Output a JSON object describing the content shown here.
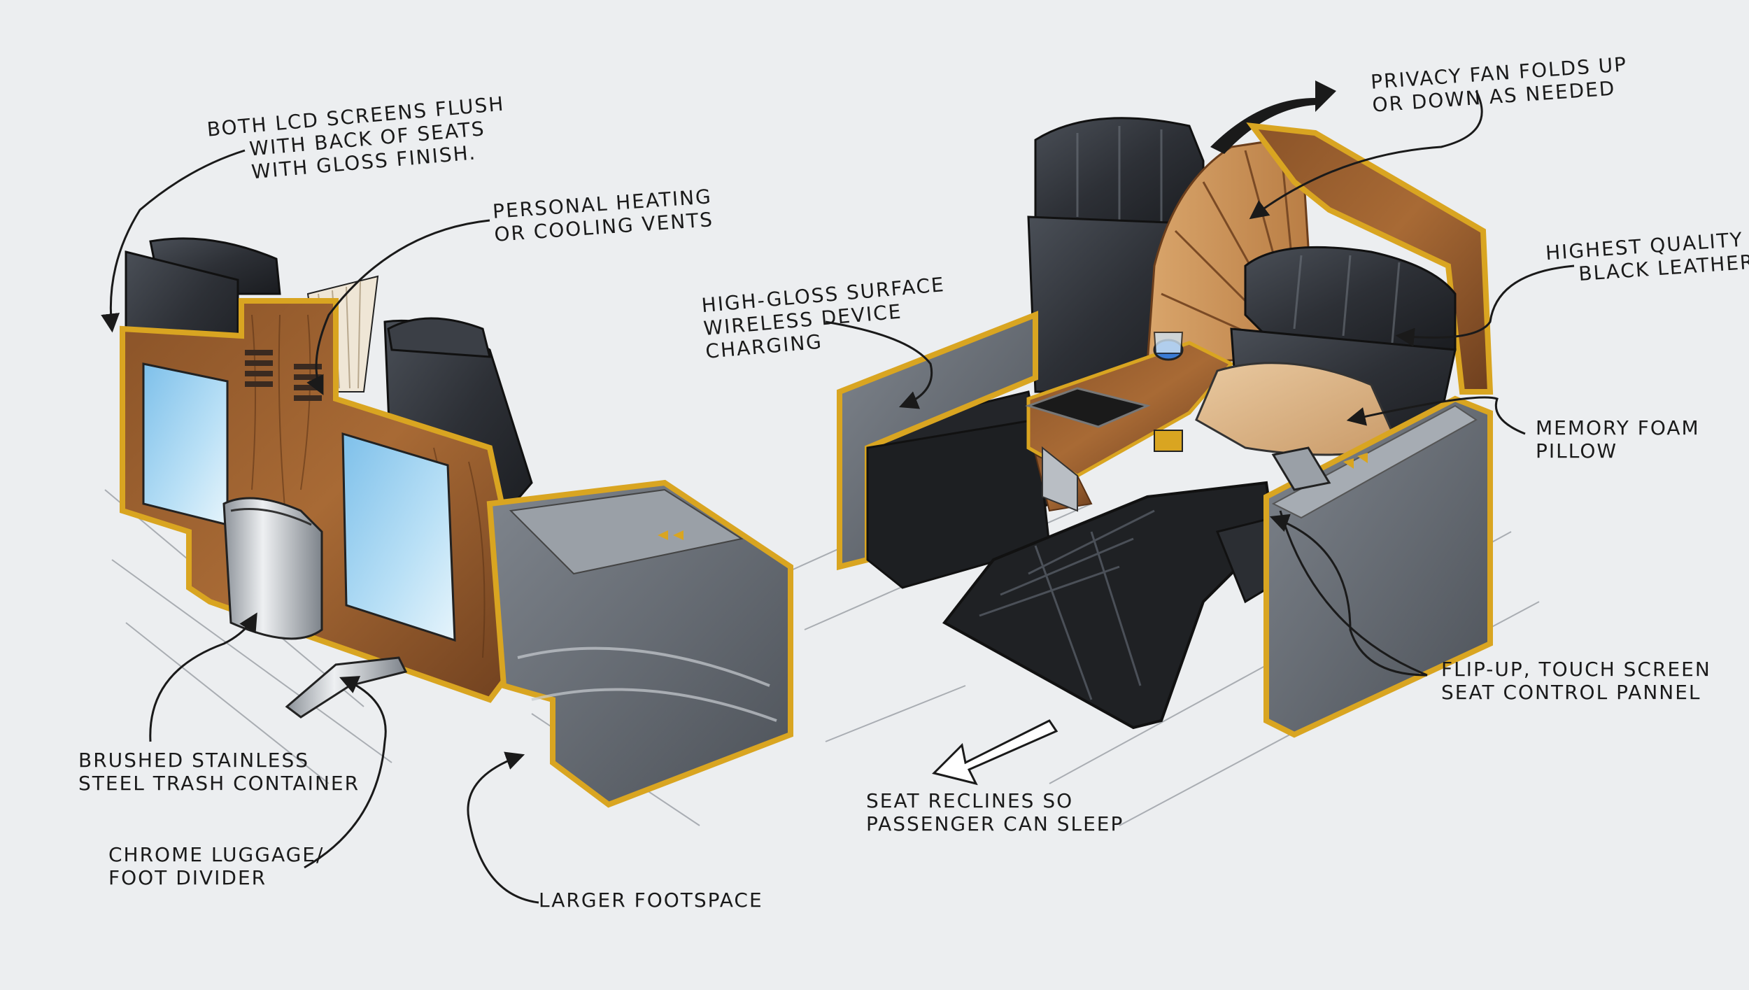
{
  "colors": {
    "paper": "#eceef0",
    "ink": "#1a1a1a",
    "leather": "#2b2e33",
    "wood": "#7a4a25",
    "wood_light": "#c8935a",
    "gold_trim": "#d9a521",
    "screen": "#9fd0ee",
    "steel": "#b9bec4"
  },
  "labels": {
    "lcd": [
      "BOTH LCD SCREENS FLUSH",
      "WITH BACK OF SEATS",
      "WITH GLOSS FINISH."
    ],
    "vents": [
      "PERSONAL HEATING",
      "OR COOLING VENTS"
    ],
    "trash": [
      "BRUSHED STAINLESS",
      "STEEL TRASH CONTAINER"
    ],
    "luggage": [
      "CHROME LUGGAGE/",
      "FOOT DIVIDER"
    ],
    "footspace": [
      "LARGER FOOTSPACE"
    ],
    "charging": [
      "HIGH-GLOSS SURFACE",
      "WIRELESS DEVICE",
      "CHARGING"
    ],
    "privacy": [
      "PRIVACY FAN FOLDS UP",
      "OR DOWN AS NEEDED"
    ],
    "leather": [
      "HIGHEST QUALITY",
      "BLACK LEATHER"
    ],
    "pillow": [
      "MEMORY FOAM",
      "PILLOW"
    ],
    "control": [
      "FLIP-UP, TOUCH SCREEN",
      "SEAT CONTROL PANNEL"
    ],
    "recline": [
      "SEAT RECLINES SO",
      "PASSENGER CAN SLEEP"
    ]
  }
}
